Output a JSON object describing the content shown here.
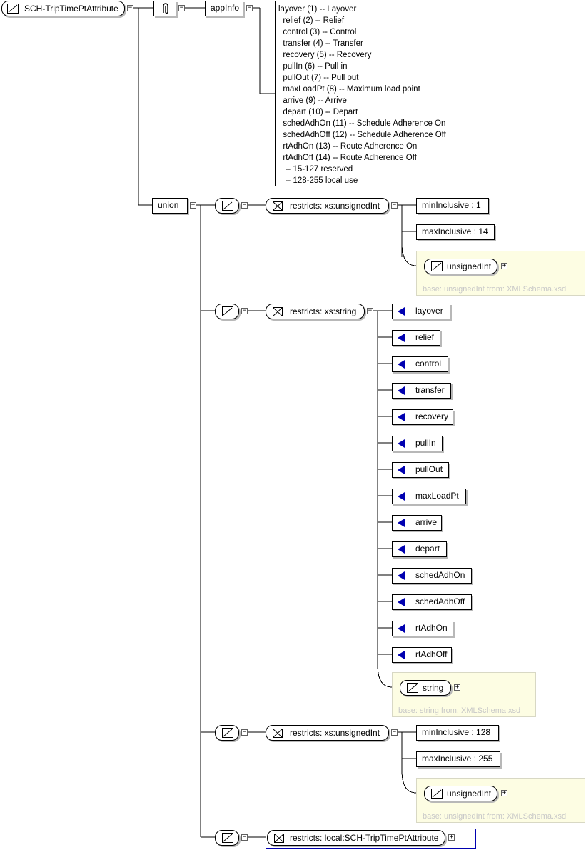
{
  "root": {
    "label": "SCH-TripTimePtAttribute"
  },
  "annotation": {
    "appinfo_label": "appInfo"
  },
  "documentation": [
    "layover (1) -- Layover",
    "  relief (2) -- Relief",
    "  control (3) -- Control",
    "  transfer (4) -- Transfer",
    "  recovery (5) -- Recovery",
    "  pullIn (6) -- Pull in",
    "  pullOut (7) -- Pull out",
    "  maxLoadPt (8) -- Maximum load point",
    "  arrive (9) -- Arrive",
    "  depart (10) -- Depart",
    "  schedAdhOn (11) -- Schedule Adherence On",
    "  schedAdhOff (12) -- Schedule Adherence Off",
    "  rtAdhOn (13) -- Route Adherence On",
    "  rtAdhOff (14) -- Route Adherence Off",
    "   -- 15-127 reserved",
    "   -- 128-255 local use"
  ],
  "union": {
    "label": "union"
  },
  "members": [
    {
      "restriction": "restricts: xs:unsignedInt",
      "facets": [
        "minInclusive : 1",
        "maxInclusive : 14"
      ],
      "base_type": "unsignedInt",
      "base_info": "base: unsignedInt from: XMLSchema.xsd"
    },
    {
      "restriction": "restricts: xs:string",
      "enumerations": [
        "layover",
        "relief",
        "control",
        "transfer",
        "recovery",
        "pullIn",
        "pullOut",
        "maxLoadPt",
        "arrive",
        "depart",
        "schedAdhOn",
        "schedAdhOff",
        "rtAdhOn",
        "rtAdhOff"
      ],
      "base_type": "string",
      "base_info": "base: string from: XMLSchema.xsd"
    },
    {
      "restriction": "restricts: xs:unsignedInt",
      "facets": [
        "minInclusive : 128",
        "maxInclusive : 255"
      ],
      "base_type": "unsignedInt",
      "base_info": "base: unsignedInt from: XMLSchema.xsd"
    },
    {
      "restriction": "restricts: local:SCH-TripTimePtAttribute"
    }
  ],
  "toggles": {
    "collapse": "−",
    "expand": "+"
  },
  "colors": {
    "enum_marker": "#0000b0",
    "panel_bg": "#fdfde3",
    "panel_text": "#c8c8c8",
    "link_border": "#0000b0"
  }
}
